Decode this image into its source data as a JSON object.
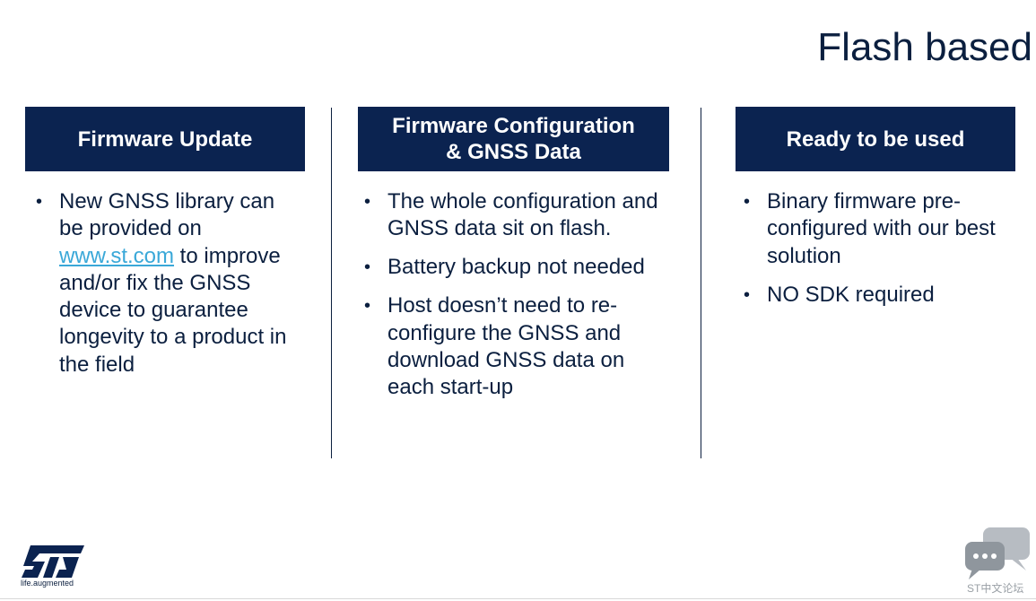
{
  "page_title": "Flash based",
  "columns": [
    {
      "header": [
        "Firmware Update"
      ],
      "bullets": [
        {
          "before": "New GNSS library can be  provided on ",
          "link": "www.st.com",
          "after": " to improve and/or fix the GNSS device to guarantee longevity to a product in the field"
        }
      ]
    },
    {
      "header": [
        "Firmware Configuration",
        "& GNSS Data"
      ],
      "bullets": [
        "The whole configuration and GNSS data sit on flash.",
        "Battery backup not needed",
        "Host doesn’t need to re-configure the GNSS and download GNSS data on each start-up"
      ]
    },
    {
      "header": [
        "Ready to be used"
      ],
      "bullets": [
        "Binary firmware pre-configured with our best solution",
        "NO SDK required"
      ]
    }
  ],
  "logo": {
    "tagline": "life.augmented"
  },
  "watermark": {
    "text": "ST中文论坛"
  },
  "colors": {
    "header_bg": "#0b2350",
    "text": "#0b1f3f",
    "link": "#3aa8d8"
  }
}
